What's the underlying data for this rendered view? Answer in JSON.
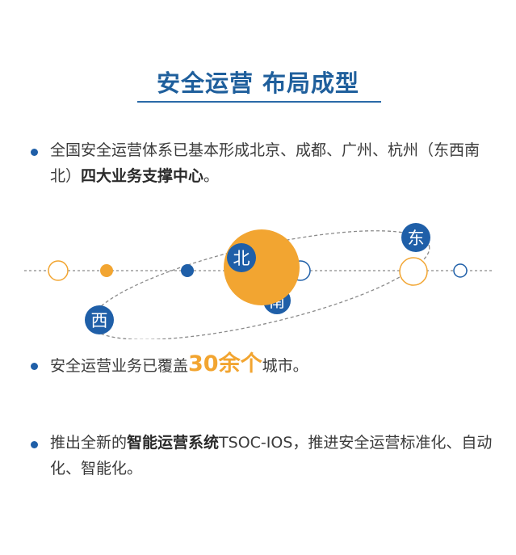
{
  "title": "安全运营 布局成型",
  "bullets": [
    {
      "prefix": "全国安全运营体系已基本形成北京、成都、广州、杭州（东西南北）",
      "emphasis": "四大业务支撑中心",
      "suffix": "。"
    },
    {
      "prefix": "安全运营业务已覆盖",
      "highlight": "30余个",
      "suffix": "城市。"
    },
    {
      "prefix": "推出全新的",
      "emphasis": "智能运营系统",
      "suffix": "TSOC-IOS，推进安全运营标准化、自动化、智能化。"
    }
  ],
  "diagram": {
    "labels": {
      "north": "北",
      "south": "南",
      "east": "东",
      "west": "西"
    }
  },
  "colors": {
    "blue": "#1f5fa8",
    "orange": "#f2a531",
    "title_blue": "#1f5f9c"
  }
}
